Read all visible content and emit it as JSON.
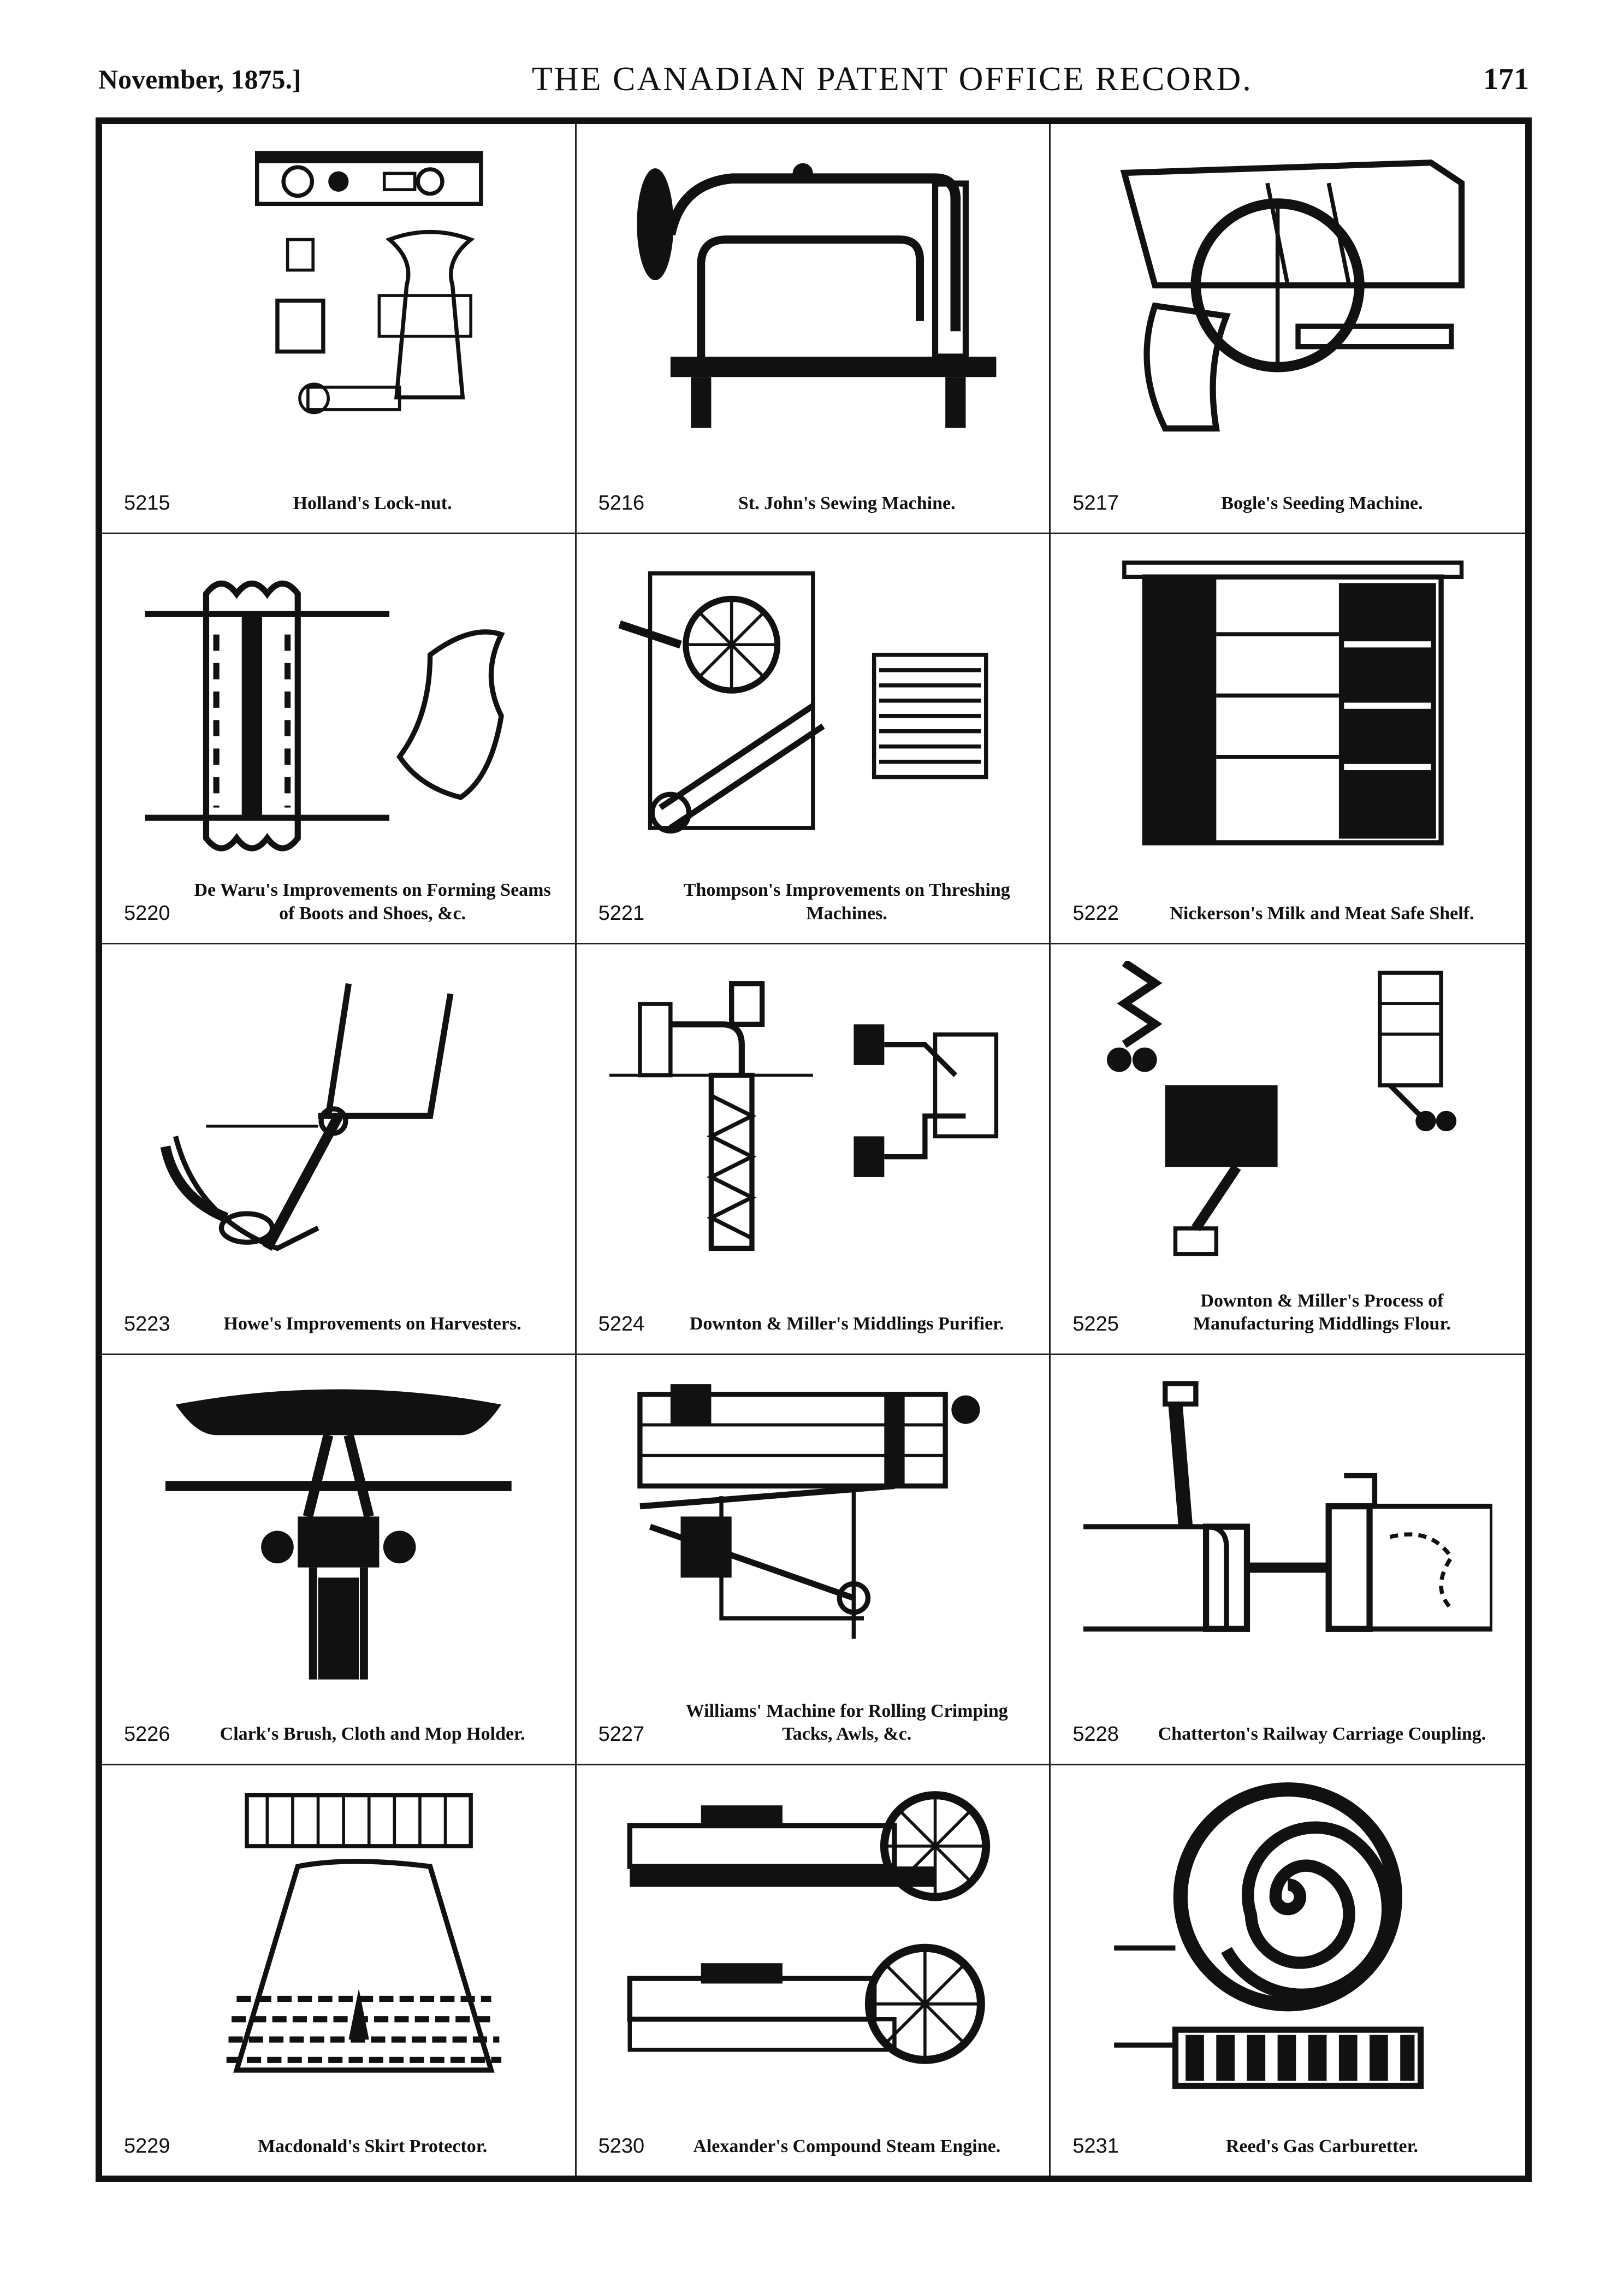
{
  "header": {
    "date": "November, 1875.]",
    "title": "THE CANADIAN PATENT OFFICE RECORD.",
    "page": "171"
  },
  "cells": [
    {
      "num": "5215",
      "title": "Holland's Lock-nut.",
      "icon": "lock-nut-drawing-icon"
    },
    {
      "num": "5216",
      "title": "St. John's Sewing Machine.",
      "icon": "sewing-machine-drawing-icon"
    },
    {
      "num": "5217",
      "title": "Bogle's Seeding Machine.",
      "icon": "seeding-machine-drawing-icon"
    },
    {
      "num": "5220",
      "title": "De Waru's Improvements on Forming Seams of Boots and Shoes, &c.",
      "icon": "boot-seam-drawing-icon"
    },
    {
      "num": "5221",
      "title": "Thompson's Improvements on Threshing Machines.",
      "icon": "threshing-machine-drawing-icon"
    },
    {
      "num": "5222",
      "title": "Nickerson's Milk and Meat Safe Shelf.",
      "icon": "safe-shelf-drawing-icon"
    },
    {
      "num": "5223",
      "title": "Howe's Improvements on Harvesters.",
      "icon": "harvester-drawing-icon"
    },
    {
      "num": "5224",
      "title": "Downton & Miller's Middlings Purifier.",
      "icon": "middlings-purifier-drawing-icon"
    },
    {
      "num": "5225",
      "title": "Downton & Miller's Process of Manufacturing Middlings Flour.",
      "icon": "flour-process-drawing-icon"
    },
    {
      "num": "5226",
      "title": "Clark's Brush, Cloth and Mop Holder.",
      "icon": "mop-holder-drawing-icon"
    },
    {
      "num": "5227",
      "title": "Williams' Machine for Rolling Crimping Tacks, Awls, &c.",
      "icon": "crimping-machine-drawing-icon"
    },
    {
      "num": "5228",
      "title": "Chatterton's Railway Carriage Coupling.",
      "icon": "railway-coupling-drawing-icon"
    },
    {
      "num": "5229",
      "title": "Macdonald's Skirt Protector.",
      "icon": "skirt-protector-drawing-icon"
    },
    {
      "num": "5230",
      "title": "Alexander's Compound Steam Engine.",
      "icon": "steam-engine-drawing-icon"
    },
    {
      "num": "5231",
      "title": "Reed's Gas Carburetter.",
      "icon": "gas-carburetter-drawing-icon"
    }
  ]
}
